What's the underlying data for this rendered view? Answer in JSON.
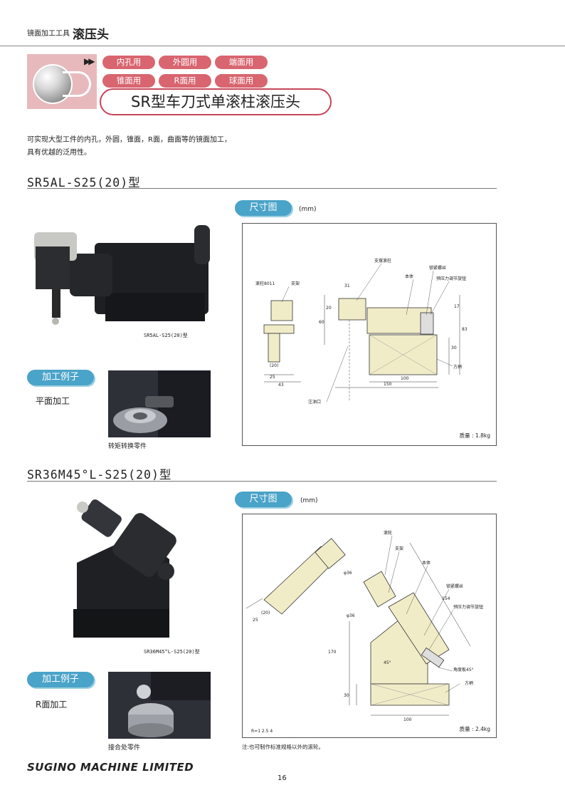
{
  "header": {
    "category": "镜面加工工具",
    "title": "滚压头"
  },
  "arrows": "▶▶",
  "applications": [
    "内孔用",
    "外圆用",
    "端面用",
    "锥面用",
    "R面用",
    "球面用"
  ],
  "product_title": "SR型车刀式单滚柱滚压头",
  "intro": [
    "可实现大型工件的内孔，外圆，锥面，R面，曲面等的镜面加工，",
    "具有优越的泛用性。"
  ],
  "models": [
    {
      "title": "SR5AL-S25(20)型",
      "photo_caption": "SR5AL-S25(20)型",
      "example_label": "加工例子",
      "operation": "平面加工",
      "example_caption": "转矩转换零件",
      "dimension_label": "尺寸图",
      "unit": "(mm)",
      "drawing": {
        "labels": [
          "滚柱8011",
          "支架",
          "支撑滚柱",
          "本体",
          "锁紧螺丝",
          "预压力调节旋钮",
          "方柄",
          "注油口"
        ],
        "dims": [
          "31",
          "20",
          "60",
          "17",
          "83",
          "30",
          "(20)",
          "25",
          "43",
          "100",
          "150"
        ]
      },
      "mass": "质量 : 1.8kg"
    },
    {
      "title": "SR36M45°L-S25(20)型",
      "photo_caption": "SR36M45°L-S25(20)型",
      "example_label": "加工例子",
      "operation": "R面加工",
      "example_caption": "接合处零件",
      "dimension_label": "尺寸图",
      "unit": "(mm)",
      "drawing": {
        "labels": [
          "滚轮",
          "支架",
          "本体",
          "锁紧螺丝",
          "预压力调节旋钮",
          "角度板45°",
          "方柄"
        ],
        "dims": [
          "φ36",
          "φ36",
          "154",
          "170",
          "45°",
          "30",
          "100",
          "(20)",
          "25"
        ],
        "radius": "R=1 2.5 4"
      },
      "mass": "质量 : 2.4kg",
      "note": "注:也可制作标准规格以外的滚轮。"
    }
  ],
  "footer": {
    "brand": "SUGINO MACHINE LIMITED",
    "page": "16"
  },
  "colors": {
    "pink_pill": "#d8656f",
    "pink_box": "#e7b9bd",
    "blue_pill": "#4aa3c8",
    "cream": "#f1ecc8"
  }
}
